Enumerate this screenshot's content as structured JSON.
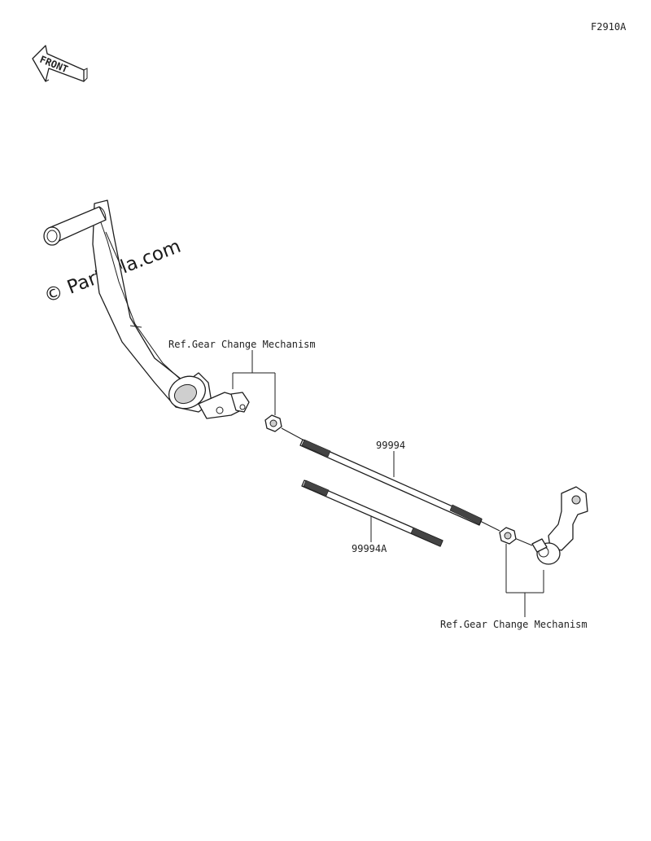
{
  "figure_code": "F2910A",
  "front_badge": "FRONT",
  "watermark": "© Partzilla.com",
  "labels": {
    "ref_top": "Ref.Gear Change Mechanism",
    "ref_bottom": "Ref.Gear Change Mechanism",
    "rod_long": "99994",
    "rod_short": "99994A"
  },
  "colors": {
    "line": "#1e1e1e",
    "background": "#ffffff"
  }
}
